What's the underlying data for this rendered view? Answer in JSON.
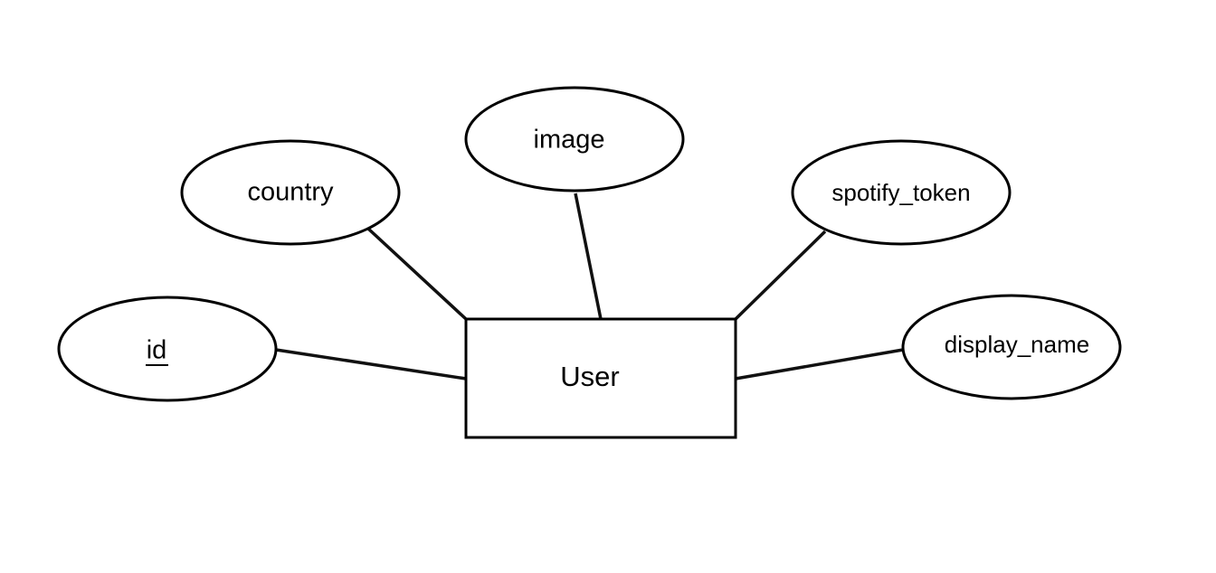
{
  "entity": {
    "name": "User"
  },
  "attributes": {
    "id": {
      "label": "id",
      "primary_key": true
    },
    "country": {
      "label": "country"
    },
    "image": {
      "label": "image"
    },
    "spotify_token": {
      "label": "spotify_token"
    },
    "display_name": {
      "label": "display_name"
    }
  }
}
